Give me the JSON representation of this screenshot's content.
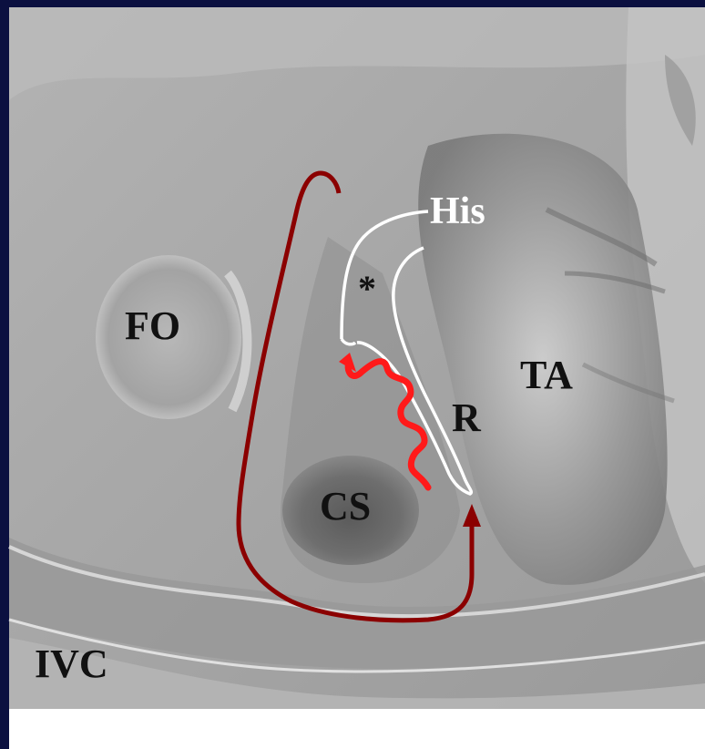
{
  "labels": {
    "his": "His",
    "asterisk": "*",
    "fo": "FO",
    "ta": "TA",
    "r": "R",
    "cs": "CS",
    "ivc": "IVC"
  },
  "colors": {
    "frame": "#0b1040",
    "tissue_base": "#a9a9a9",
    "outline_white": "#ffffff",
    "macroreentry_arrow": "#8b0000",
    "slow_pathway_arrow": "#ff1a1a"
  }
}
